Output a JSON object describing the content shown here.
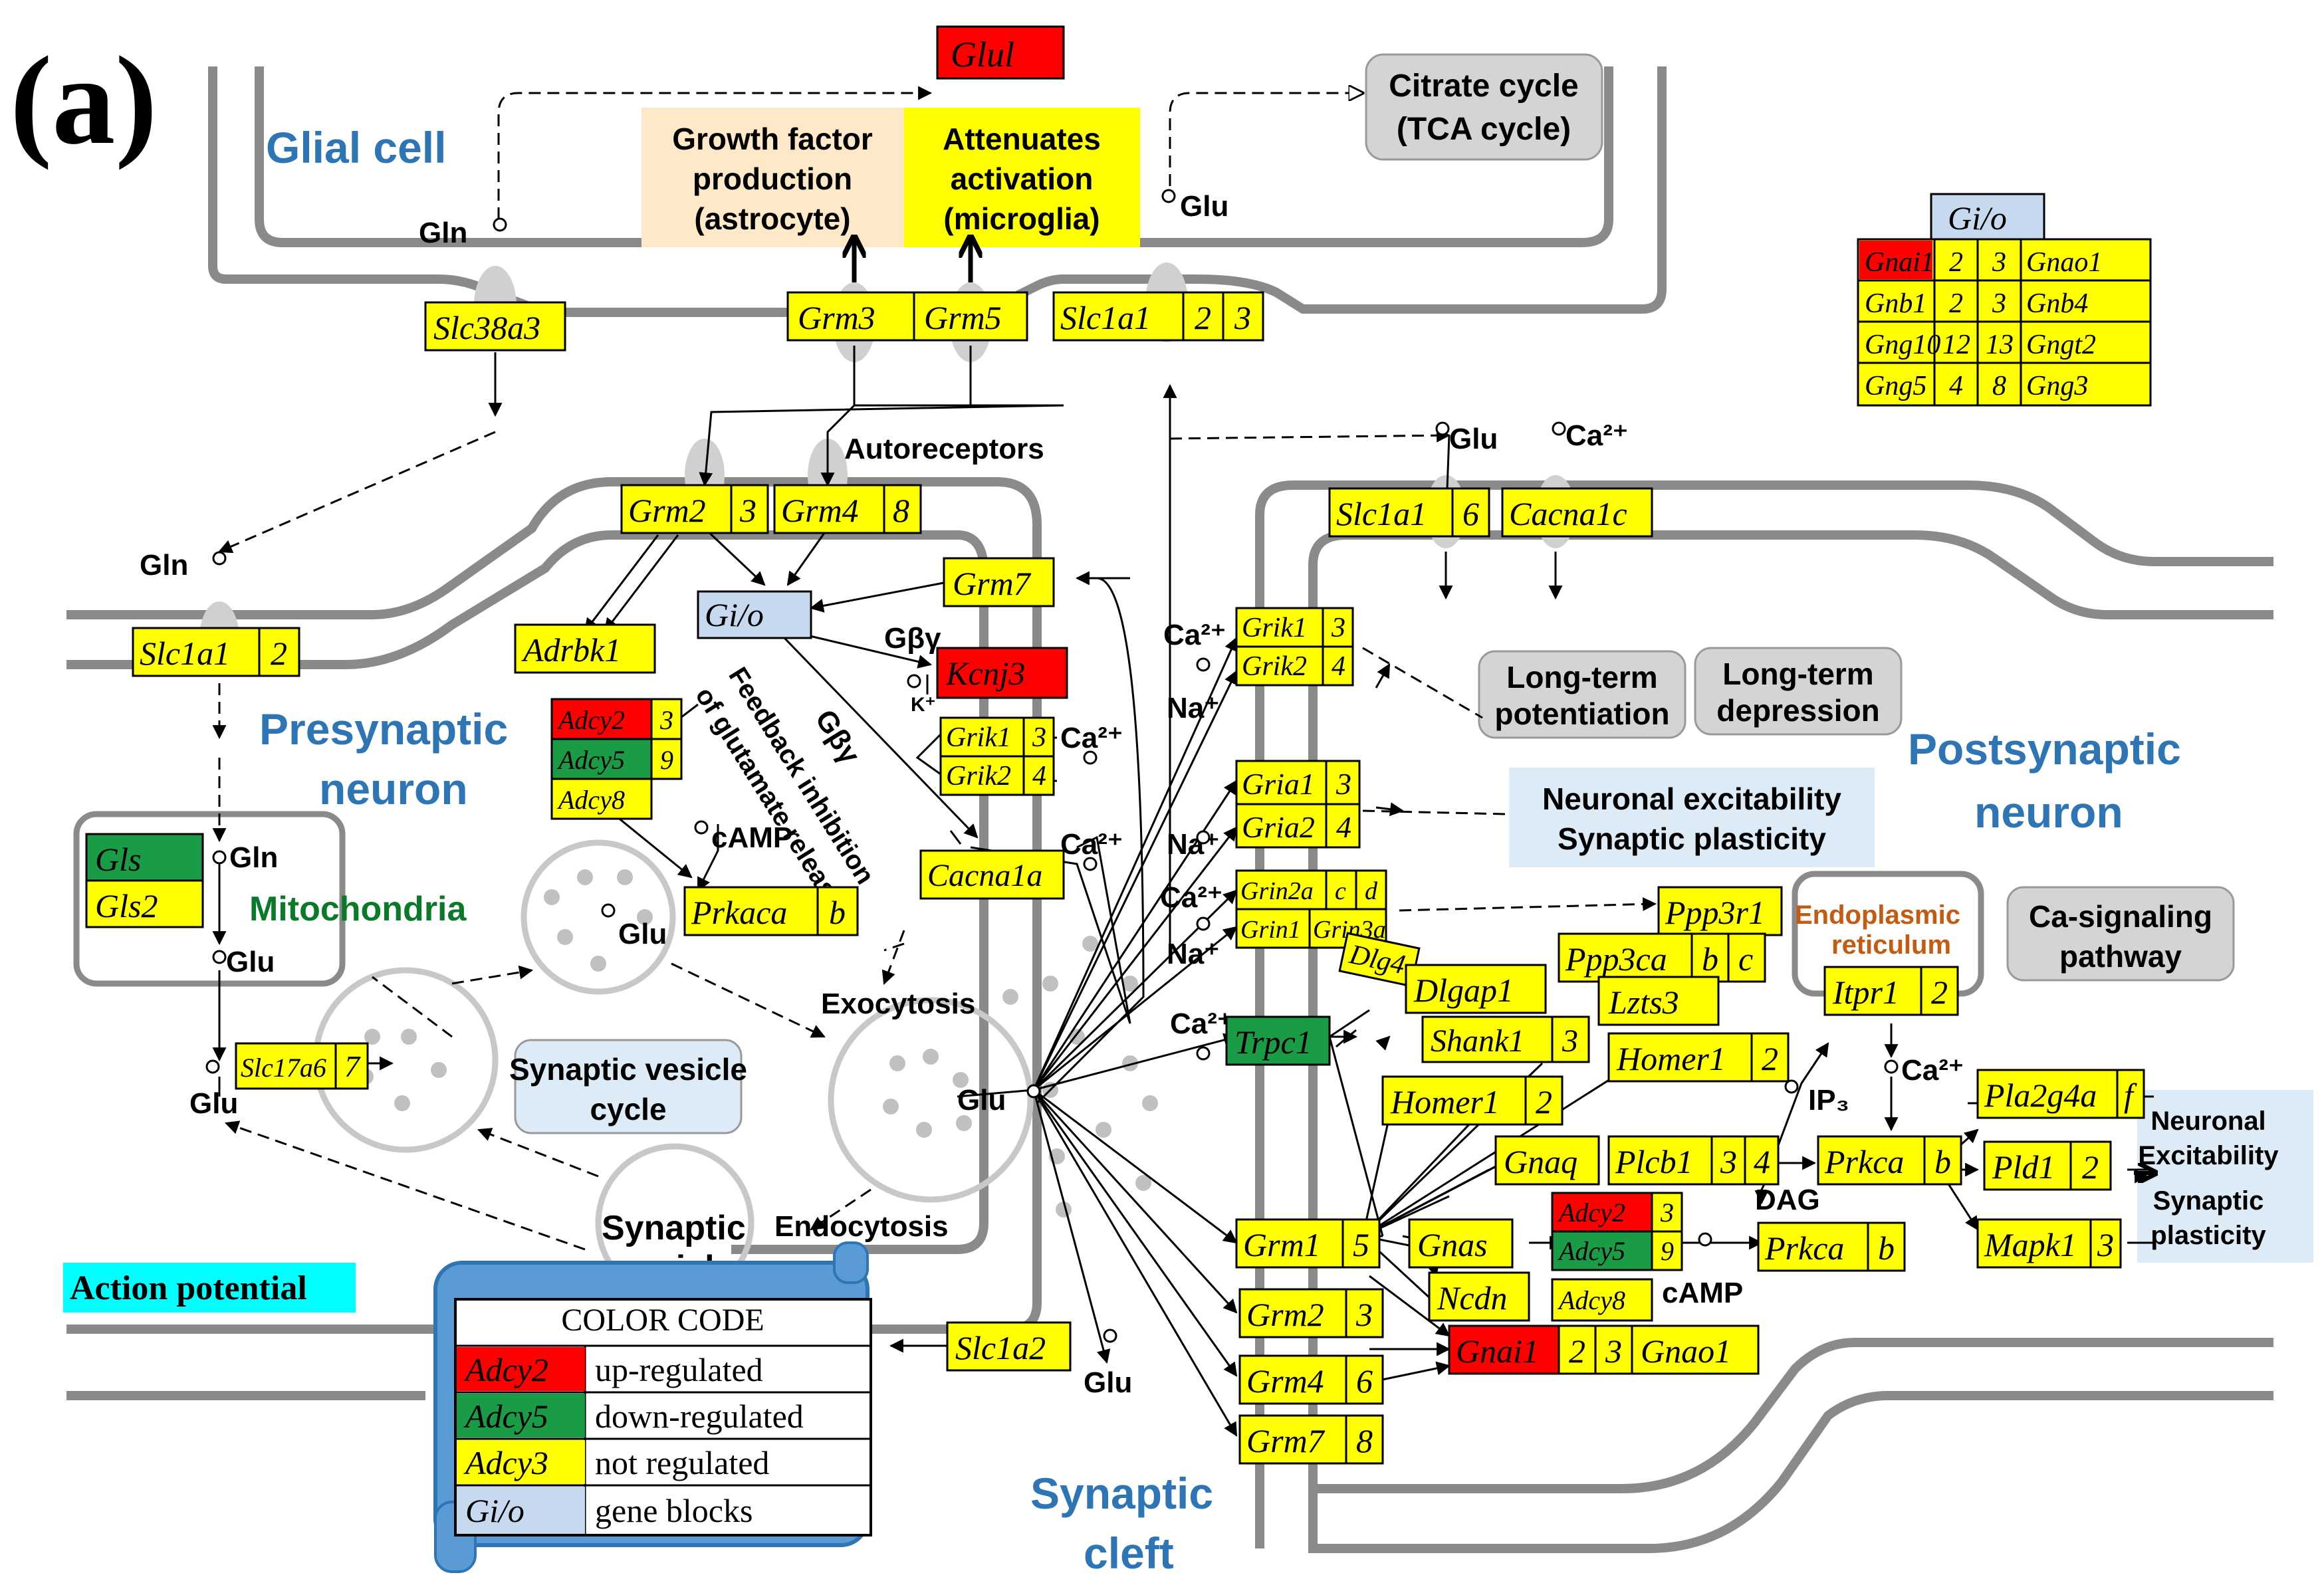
{
  "panel_label": "(a)",
  "colors": {
    "up": "#ff0000",
    "down": "#1a9c47",
    "not_regulated": "#ffff00",
    "gene_block": "#c6d9ef",
    "membrane": "#8a8a8a",
    "blue_text": "#2e75b6",
    "green_text": "#0a7a2a",
    "orange_text": "#c55a11",
    "cyan": "#00ffff",
    "grey_box": "#d4d4d4",
    "light_blue_box": "#ddebf7"
  },
  "regions": {
    "glial_cell": "Glial cell",
    "presynaptic": [
      "Presynaptic",
      "neuron"
    ],
    "postsynaptic": [
      "Postsynaptic",
      "neuron"
    ],
    "synaptic_cleft": [
      "Synaptic",
      "cleft"
    ],
    "mitochondria": "Mitochondria",
    "endoplasmic_reticulum": [
      "Endoplasmic",
      "reticulum"
    ]
  },
  "boxes": {
    "growth_factor": [
      "Growth factor",
      "production",
      "(astrocyte)"
    ],
    "attenuates": [
      "Attenuates",
      "activation",
      "(microglia)"
    ],
    "citrate_cycle": [
      "Citrate cycle",
      "(TCA cycle)"
    ],
    "ltp": [
      "Long-term",
      "potentiation"
    ],
    "ltd": [
      "Long-term",
      "depression"
    ],
    "ca_signaling": [
      "Ca-signaling",
      "pathway"
    ],
    "neuronal_excitability": [
      "Neuronal excitability",
      "Synaptic plasticity"
    ],
    "neuronal_excitability_right": [
      "Neuronal",
      "Excitability",
      "Synaptic",
      "plasticity"
    ],
    "synaptic_vesicle_cycle": [
      "Synaptic vesicle",
      "cycle"
    ],
    "action_potential": "Action potential"
  },
  "labels": {
    "gln": "Gln",
    "glu": "Glu",
    "autoreceptors": "Autoreceptors",
    "gby": "Gβγ",
    "k_plus": "K⁺",
    "ca2": "Ca²⁺",
    "na": "Na⁺",
    "camp": "cAMP",
    "exocytosis": "Exocytosis",
    "endocytosis": "Endocytosis",
    "synaptic_vesicle": [
      "Synaptic",
      "vesicle"
    ],
    "feedback": [
      "Feedback inhibition",
      "of glutamate release"
    ],
    "ip3": "IP₃",
    "dag": "DAG"
  },
  "genes": {
    "glul": "Glul",
    "slc38a3": "Slc38a3",
    "grm3": "Grm3",
    "grm5": "Grm5",
    "slc1a1": "Slc1a1",
    "grm2": "Grm2",
    "grm4": "Grm4",
    "grm7": "Grm7",
    "gio": "Gi/o",
    "kcnj3": "Kcnj3",
    "adrbk1": "Adrbk1",
    "adcy2": "Adcy2",
    "adcy5": "Adcy5",
    "adcy8": "Adcy8",
    "grik1": "Grik1",
    "grik2": "Grik2",
    "cacna1a": "Cacna1a",
    "prkaca": "Prkaca",
    "gls": "Gls",
    "gls2": "Gls2",
    "slc17a6": "Slc17a6",
    "cacna1c": "Cacna1c",
    "gria1": "Gria1",
    "gria2": "Gria2",
    "grin2a": "Grin2a",
    "grin1": "Grin1",
    "grin3a": "Grin3a",
    "dlg4": "Dlg4",
    "dlgap1": "Dlgap1",
    "ppp3r1": "Ppp3r1",
    "ppp3ca": "Ppp3ca",
    "lzts3": "Lzts3",
    "shank1": "Shank1",
    "homer1": "Homer1",
    "itpr1": "Itpr1",
    "trpc1": "Trpc1",
    "gnaq": "Gnaq",
    "plcb1": "Plcb1",
    "prkca": "Prkca",
    "pla2g4a": "Pla2g4a",
    "pld1": "Pld1",
    "mapk1": "Mapk1",
    "grm1": "Grm1",
    "gnas": "Gnas",
    "ncdn": "Ncdn",
    "gnai1": "Gnai1",
    "gnao1": "Gnao1",
    "slc1a2": "Slc1a2",
    "gnb1": "Gnb1",
    "gnb4": "Gnb4",
    "gng10": "Gng10",
    "gngt2": "Gngt2",
    "gng5": "Gng5",
    "gng3": "Gng3"
  },
  "suffixes": {
    "n2": "2",
    "n3": "3",
    "n4": "4",
    "n5": "5",
    "n6": "6",
    "n7": "7",
    "n8": "8",
    "n9": "9",
    "n12": "12",
    "n13": "13",
    "b": "b",
    "c": "c",
    "d": "d",
    "f": "f"
  },
  "legend": {
    "title": "COLOR CODE",
    "rows": [
      {
        "gene": "Adcy2",
        "text": "up-regulated"
      },
      {
        "gene": "Adcy5",
        "text": "down-regulated"
      },
      {
        "gene": "Adcy3",
        "text": "not regulated"
      },
      {
        "gene": "Gi/o",
        "text": "gene blocks"
      }
    ]
  }
}
